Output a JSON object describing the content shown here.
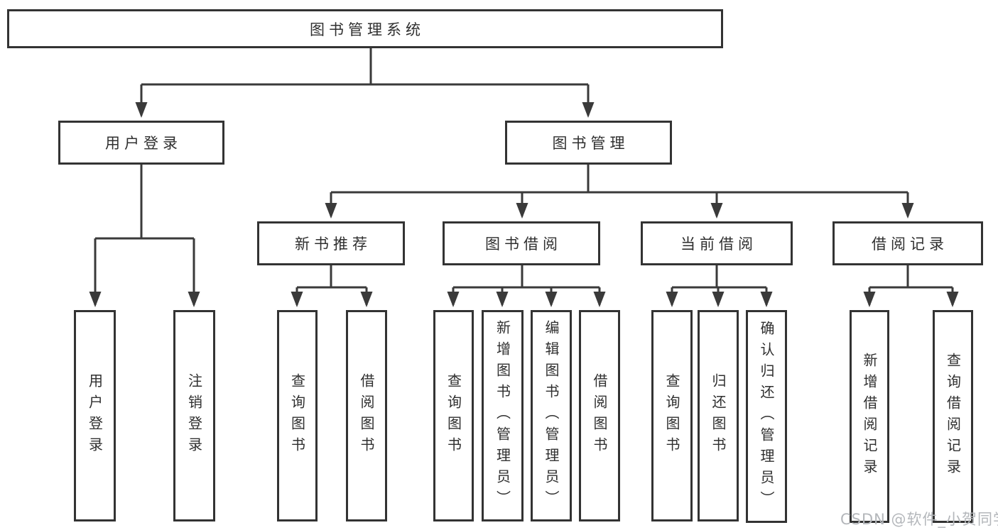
{
  "root": {
    "label": "图书管理系统"
  },
  "level2": [
    {
      "label": "用户登录",
      "leaves": [
        {
          "label": "用户登录"
        },
        {
          "label": "注销登录"
        }
      ]
    },
    {
      "label": "图书管理",
      "children": [
        {
          "label": "新书推荐",
          "leaves": [
            {
              "label": "查询图书"
            },
            {
              "label": "借阅图书"
            }
          ]
        },
        {
          "label": "图书借阅",
          "leaves": [
            {
              "label": "查询图书"
            },
            {
              "label": "新增图书（管理员）"
            },
            {
              "label": "编辑图书（管理员）"
            },
            {
              "label": "借阅图书"
            }
          ]
        },
        {
          "label": "当前借阅",
          "leaves": [
            {
              "label": "查询图书"
            },
            {
              "label": "归还图书"
            },
            {
              "label": "确认归还（管理员）"
            }
          ]
        },
        {
          "label": "借阅记录",
          "leaves": [
            {
              "label": "新增借阅记录"
            },
            {
              "label": "查询借阅记录"
            }
          ]
        }
      ]
    }
  ],
  "watermark": {
    "text": "CSDN @软件_小贺同学"
  },
  "colors": {
    "line": "#3a3a3a",
    "box_border": "#333333",
    "text": "#2f2f2f",
    "background": "#ffffff",
    "watermark": "#b4b7bb"
  }
}
